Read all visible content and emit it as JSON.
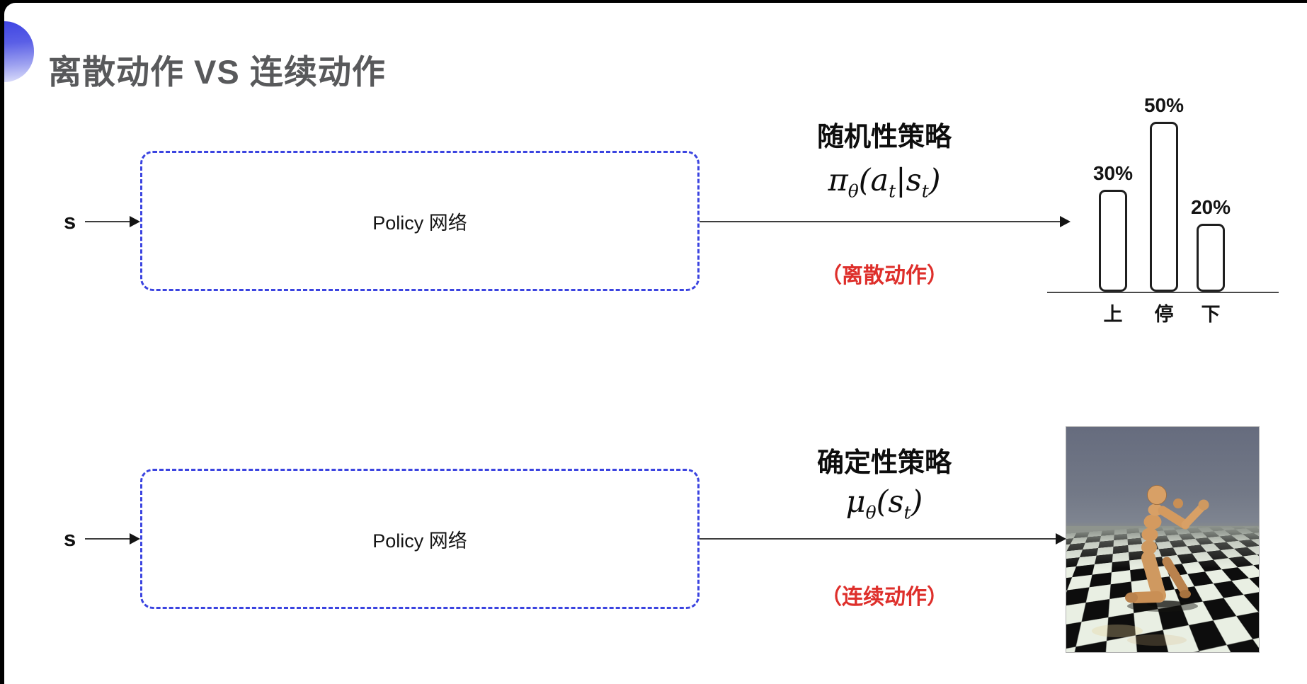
{
  "title": "离散动作 VS 连续动作",
  "colors": {
    "dashed_box": "#3b44e0",
    "note_red": "#de2f2b",
    "title_gray": "#58595b",
    "bullet_blue": "#4347e2",
    "bar_outline": "#1f1f1f",
    "sky_gray_blue": "#6d7385",
    "floor_light": "#e9efe3",
    "floor_dark": "#0d0d0d",
    "humanoid_tan": "#d49a5f"
  },
  "row_discrete": {
    "input_label": "s",
    "box_label": "Policy 网络",
    "policy_type": "随机性策略",
    "formula": {
      "symbol": "π",
      "symbol_sub": "θ",
      "open": "(",
      "arg1": "a",
      "arg1_sub": "t",
      "sep": "|",
      "arg2": "s",
      "arg2_sub": "t",
      "close": ")"
    },
    "note": "（离散动作）"
  },
  "row_continuous": {
    "input_label": "s",
    "box_label": "Policy 网络",
    "policy_type": "确定性策略",
    "formula": {
      "symbol": "μ",
      "symbol_sub": "θ",
      "open": "(",
      "arg1": "s",
      "arg1_sub": "t",
      "close": ")"
    },
    "note": "（连续动作）"
  },
  "chart_data": {
    "type": "bar",
    "categories": [
      "上",
      "停",
      "下"
    ],
    "values": [
      30,
      50,
      20
    ],
    "value_labels": [
      "30%",
      "50%",
      "20%"
    ],
    "title": "",
    "xlabel": "",
    "ylabel": "",
    "ylim": [
      0,
      55
    ],
    "grid": false,
    "legend": false,
    "bar_style": "white fill, dark rounded outline"
  }
}
